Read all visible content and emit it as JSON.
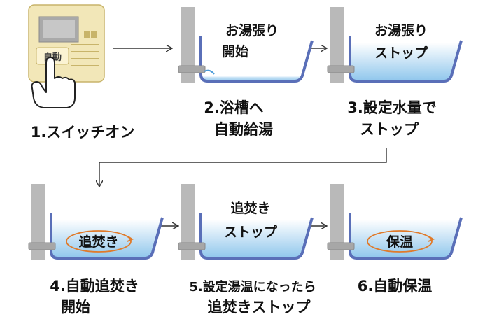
{
  "colors": {
    "panel": "#f2e7b8",
    "panel_border": "#c8b46a",
    "display": "#a9a9a9",
    "bath_stroke": "#5a6fb8",
    "water_top": "#ffffff",
    "water_bottom": "#8fc6ec",
    "pipe": "#a7a7a7",
    "wall": "#b9b9b9",
    "swirl": "#e07a2a"
  },
  "icons": {
    "hand": "pointing-hand-icon",
    "arrow": "right-arrow-icon",
    "swirl": "swirl-orange-icon"
  },
  "panel": {
    "button_label": "自動"
  },
  "steps": [
    {
      "id": "1",
      "caption": [
        "1.スイッチオン"
      ]
    },
    {
      "id": "2",
      "caption": [
        "2.浴槽へ",
        "自動給湯"
      ],
      "bath_label": [
        "お湯張り",
        "開始"
      ],
      "water_level": 0.1
    },
    {
      "id": "3",
      "caption": [
        "3.設定水量で",
        "ストップ"
      ],
      "bath_label": [
        "お湯張り",
        "ストップ"
      ],
      "water_level": 0.85
    },
    {
      "id": "4",
      "caption": [
        "4.自動追焚き",
        "開始"
      ],
      "bath_label": [
        "追焚き"
      ],
      "water_level": 0.85
    },
    {
      "id": "5",
      "caption": [
        "5.設定湯温になったら",
        "追焚きストップ"
      ],
      "bath_label": [
        "追焚き",
        "ストップ"
      ],
      "water_level": 0.85
    },
    {
      "id": "6",
      "caption": [
        "6.自動保温"
      ],
      "bath_label": [
        "保温"
      ],
      "water_level": 0.85
    }
  ]
}
